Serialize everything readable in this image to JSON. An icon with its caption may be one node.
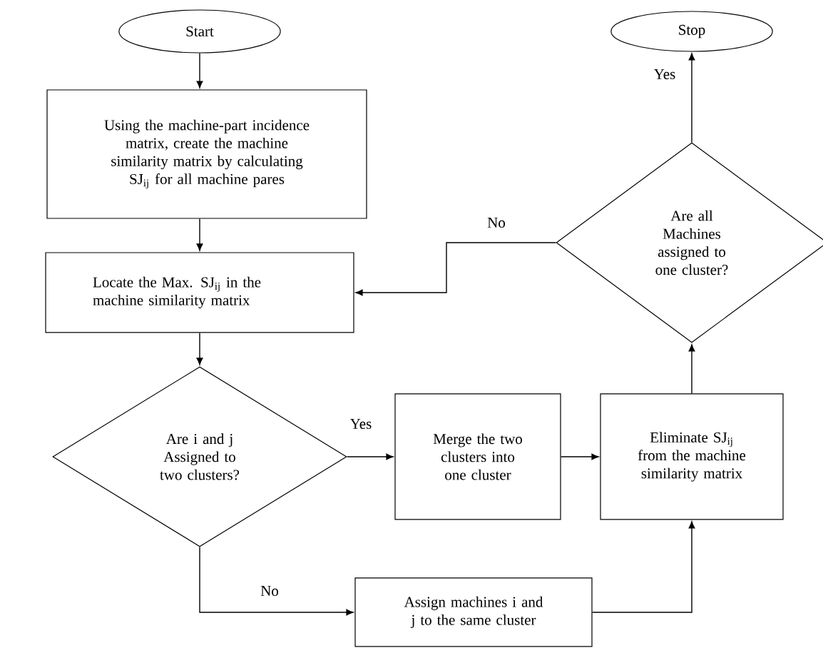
{
  "diagram": {
    "nodes": [
      {
        "text": [
          "Start"
        ]
      },
      {
        "text": [
          "Stop"
        ]
      },
      {
        "text": [
          "Using the machine-part incidence matrix, create the machine similarity matrix by calculating SJ$_{ij}$ for all machine pares"
        ]
      },
      {
        "text": [
          "Locate the Max. SJ$_{ij}$ in the machine similarity matrix"
        ]
      },
      {
        "text": [
          "Are all Machines assigned to one cluster?"
        ]
      },
      {
        "text": [
          "Are i and j Assigned to two clusters?"
        ]
      },
      {
        "text": [
          "Merge the two clusters into one cluster"
        ]
      },
      {
        "text": [
          "Eliminate SJ$_{ij}$ from the machine similarity matrix"
        ]
      },
      {
        "text": [
          "Assign machines i and j to the same cluster"
        ]
      }
    ],
    "edges": [
      {
        "from": 0,
        "to": 2,
        "arrow": "to"
      },
      {
        "from": 2,
        "to": 3,
        "arrow": "to"
      },
      {
        "from": 3,
        "to": 5,
        "arrow": "to"
      },
      {
        "from": 5,
        "to": 6,
        "arrow": "to",
        "label": "Yes"
      },
      {
        "from": 5,
        "to": 8,
        "arrow": "to",
        "label": "No"
      },
      {
        "from": 6,
        "to": 7,
        "arrow": "to"
      },
      {
        "from": 8,
        "to": 7,
        "arrow": "to"
      },
      {
        "from": 7,
        "to": 4,
        "arrow": "to"
      },
      {
        "from": 4,
        "to": 1,
        "arrow": "to",
        "label": "Yes"
      },
      {
        "from": 4,
        "to": 3,
        "arrow": "to",
        "label": "No"
      }
    ]
  }
}
